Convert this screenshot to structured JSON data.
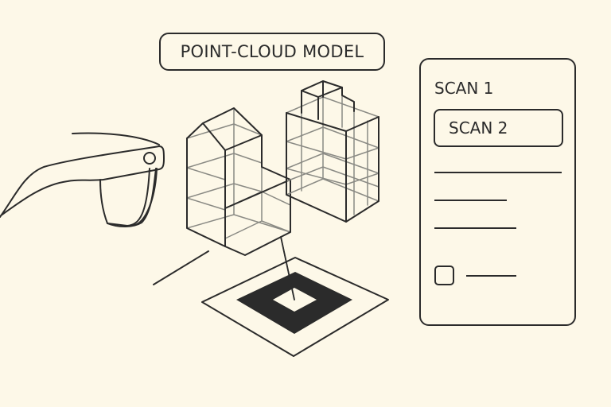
{
  "title": "POINT-CLOUD MODEL",
  "panel": {
    "items": [
      "SCAN 1",
      "SCAN 2"
    ],
    "selected": "SCAN 2"
  },
  "colors": {
    "background": "#fdf8e8",
    "ink": "#2b2b2b",
    "grid": "#8a8a84"
  }
}
